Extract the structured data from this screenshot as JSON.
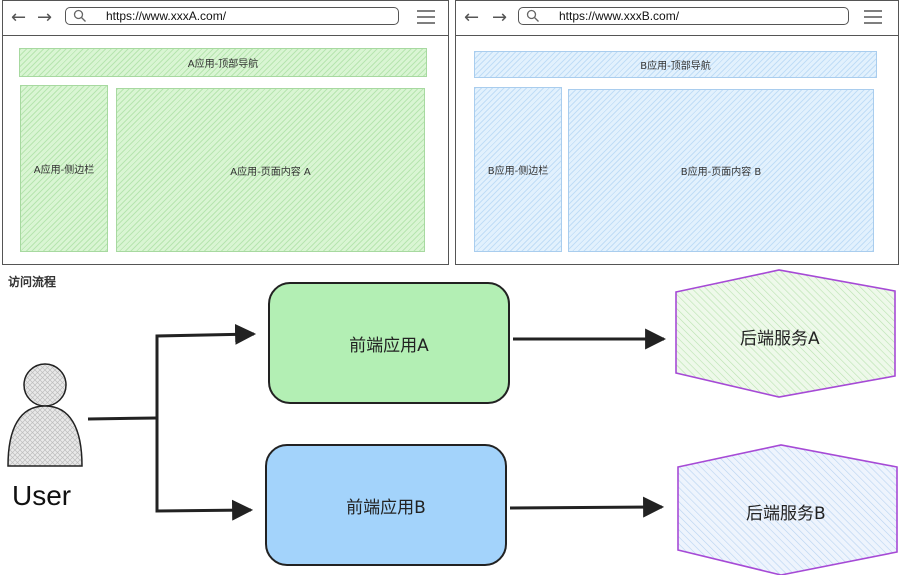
{
  "browser_a": {
    "url": "https://www.xxxA.com/",
    "top_nav": "A应用-顶部导航",
    "sidebar": "A应用-侧边栏",
    "content": "A应用-页面内容 A"
  },
  "browser_b": {
    "url": "https://www.xxxB.com/",
    "top_nav": "B应用-顶部导航",
    "sidebar": "B应用-侧边栏",
    "content": "B应用-页面内容 B"
  },
  "flow": {
    "title": "访问流程",
    "user_label": "User",
    "frontend_a": "前端应用A",
    "frontend_b": "前端应用B",
    "backend_a": "后端服务A",
    "backend_b": "后端服务B"
  },
  "colors": {
    "frontend_a": "#b3efb4",
    "frontend_b": "#a3d3fb",
    "wire_green": "#d9f5d3",
    "wire_blue": "#e2f1fd",
    "hex_border": "#a64ad6"
  },
  "icons": {
    "back": "left-arrow-icon",
    "forward": "right-arrow-icon",
    "search": "search-icon",
    "menu": "hamburger-menu-icon",
    "user": "user-avatar-icon"
  }
}
